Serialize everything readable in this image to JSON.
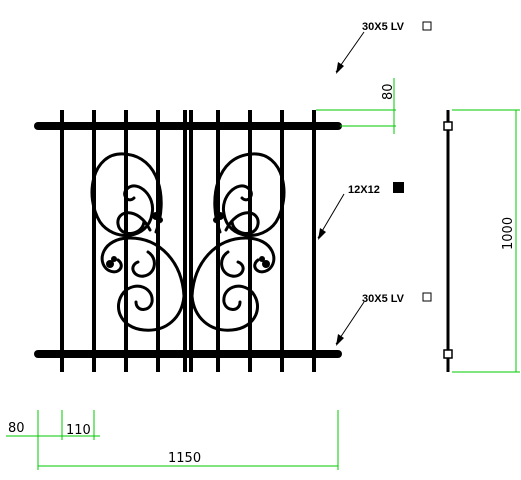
{
  "labels": {
    "top_flat": {
      "text": "30X5 LV",
      "marker": "hollow-square"
    },
    "square_bar": {
      "text": "12X12",
      "marker": "filled-square"
    },
    "bottom_flat": {
      "text": "30X5 LV",
      "marker": "hollow-square"
    }
  },
  "dimensions": {
    "rail_offset": "80",
    "height": "1000",
    "end_gap": "80",
    "bar_spacing": "110",
    "width": "1150"
  },
  "colors": {
    "dimension": "#00c800",
    "drawing": "#000000",
    "background": "#ffffff"
  }
}
